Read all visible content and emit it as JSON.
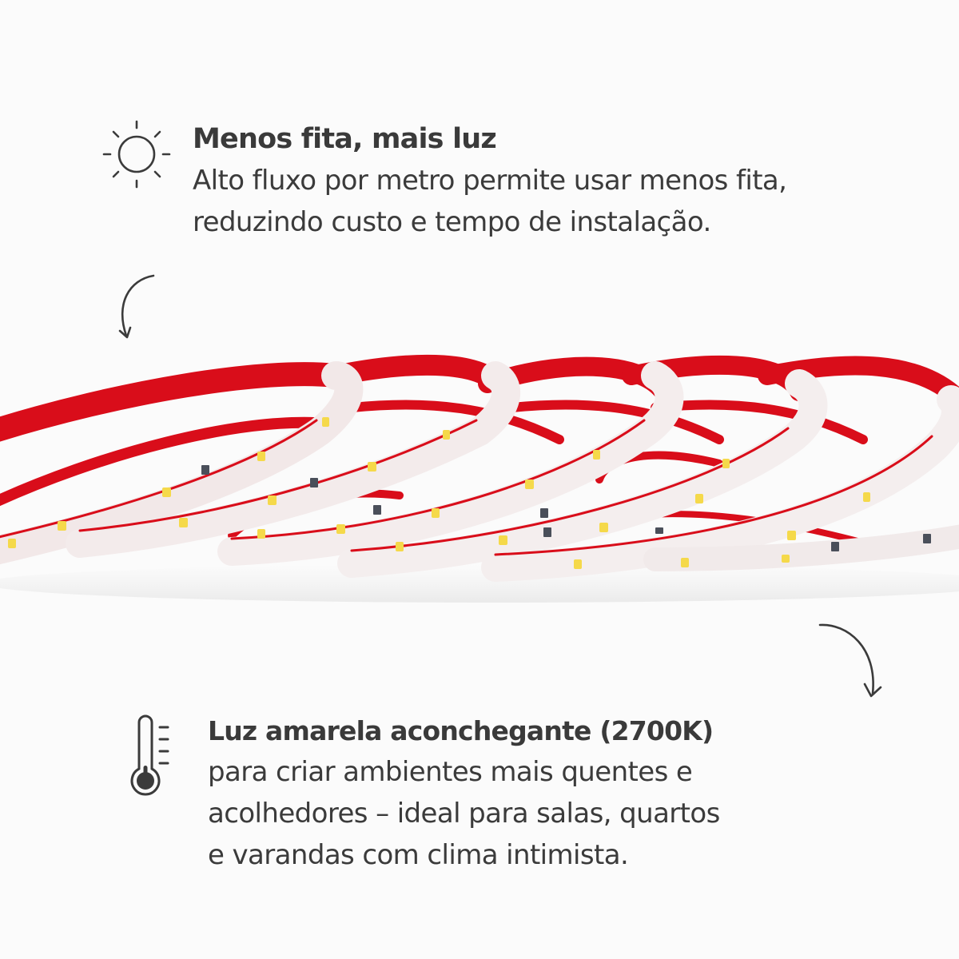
{
  "features": [
    {
      "icon": "sun-icon",
      "title": "Menos fita, mais luz",
      "lines": [
        "Alto fluxo por metro permite usar menos fita,",
        "reduzindo custo e tempo de instalação."
      ]
    },
    {
      "icon": "thermometer-icon",
      "title": "Luz amarela aconchegante (2700K)",
      "lines": [
        "para criar ambientes mais quentes e",
        "acolhedores – ideal para salas, quartos",
        "e varandas com clima intimista."
      ]
    }
  ],
  "product_image": {
    "subject": "led-strip",
    "colors": {
      "backing": "#d90d1a",
      "silicone": "#f4eeee",
      "led": "#f5d94a"
    }
  },
  "decorations": {
    "arrows": [
      "curved-arrow-down-left",
      "curved-arrow-down-right"
    ]
  },
  "colors": {
    "background": "#fbfbfb",
    "text": "#3b3b3b"
  }
}
